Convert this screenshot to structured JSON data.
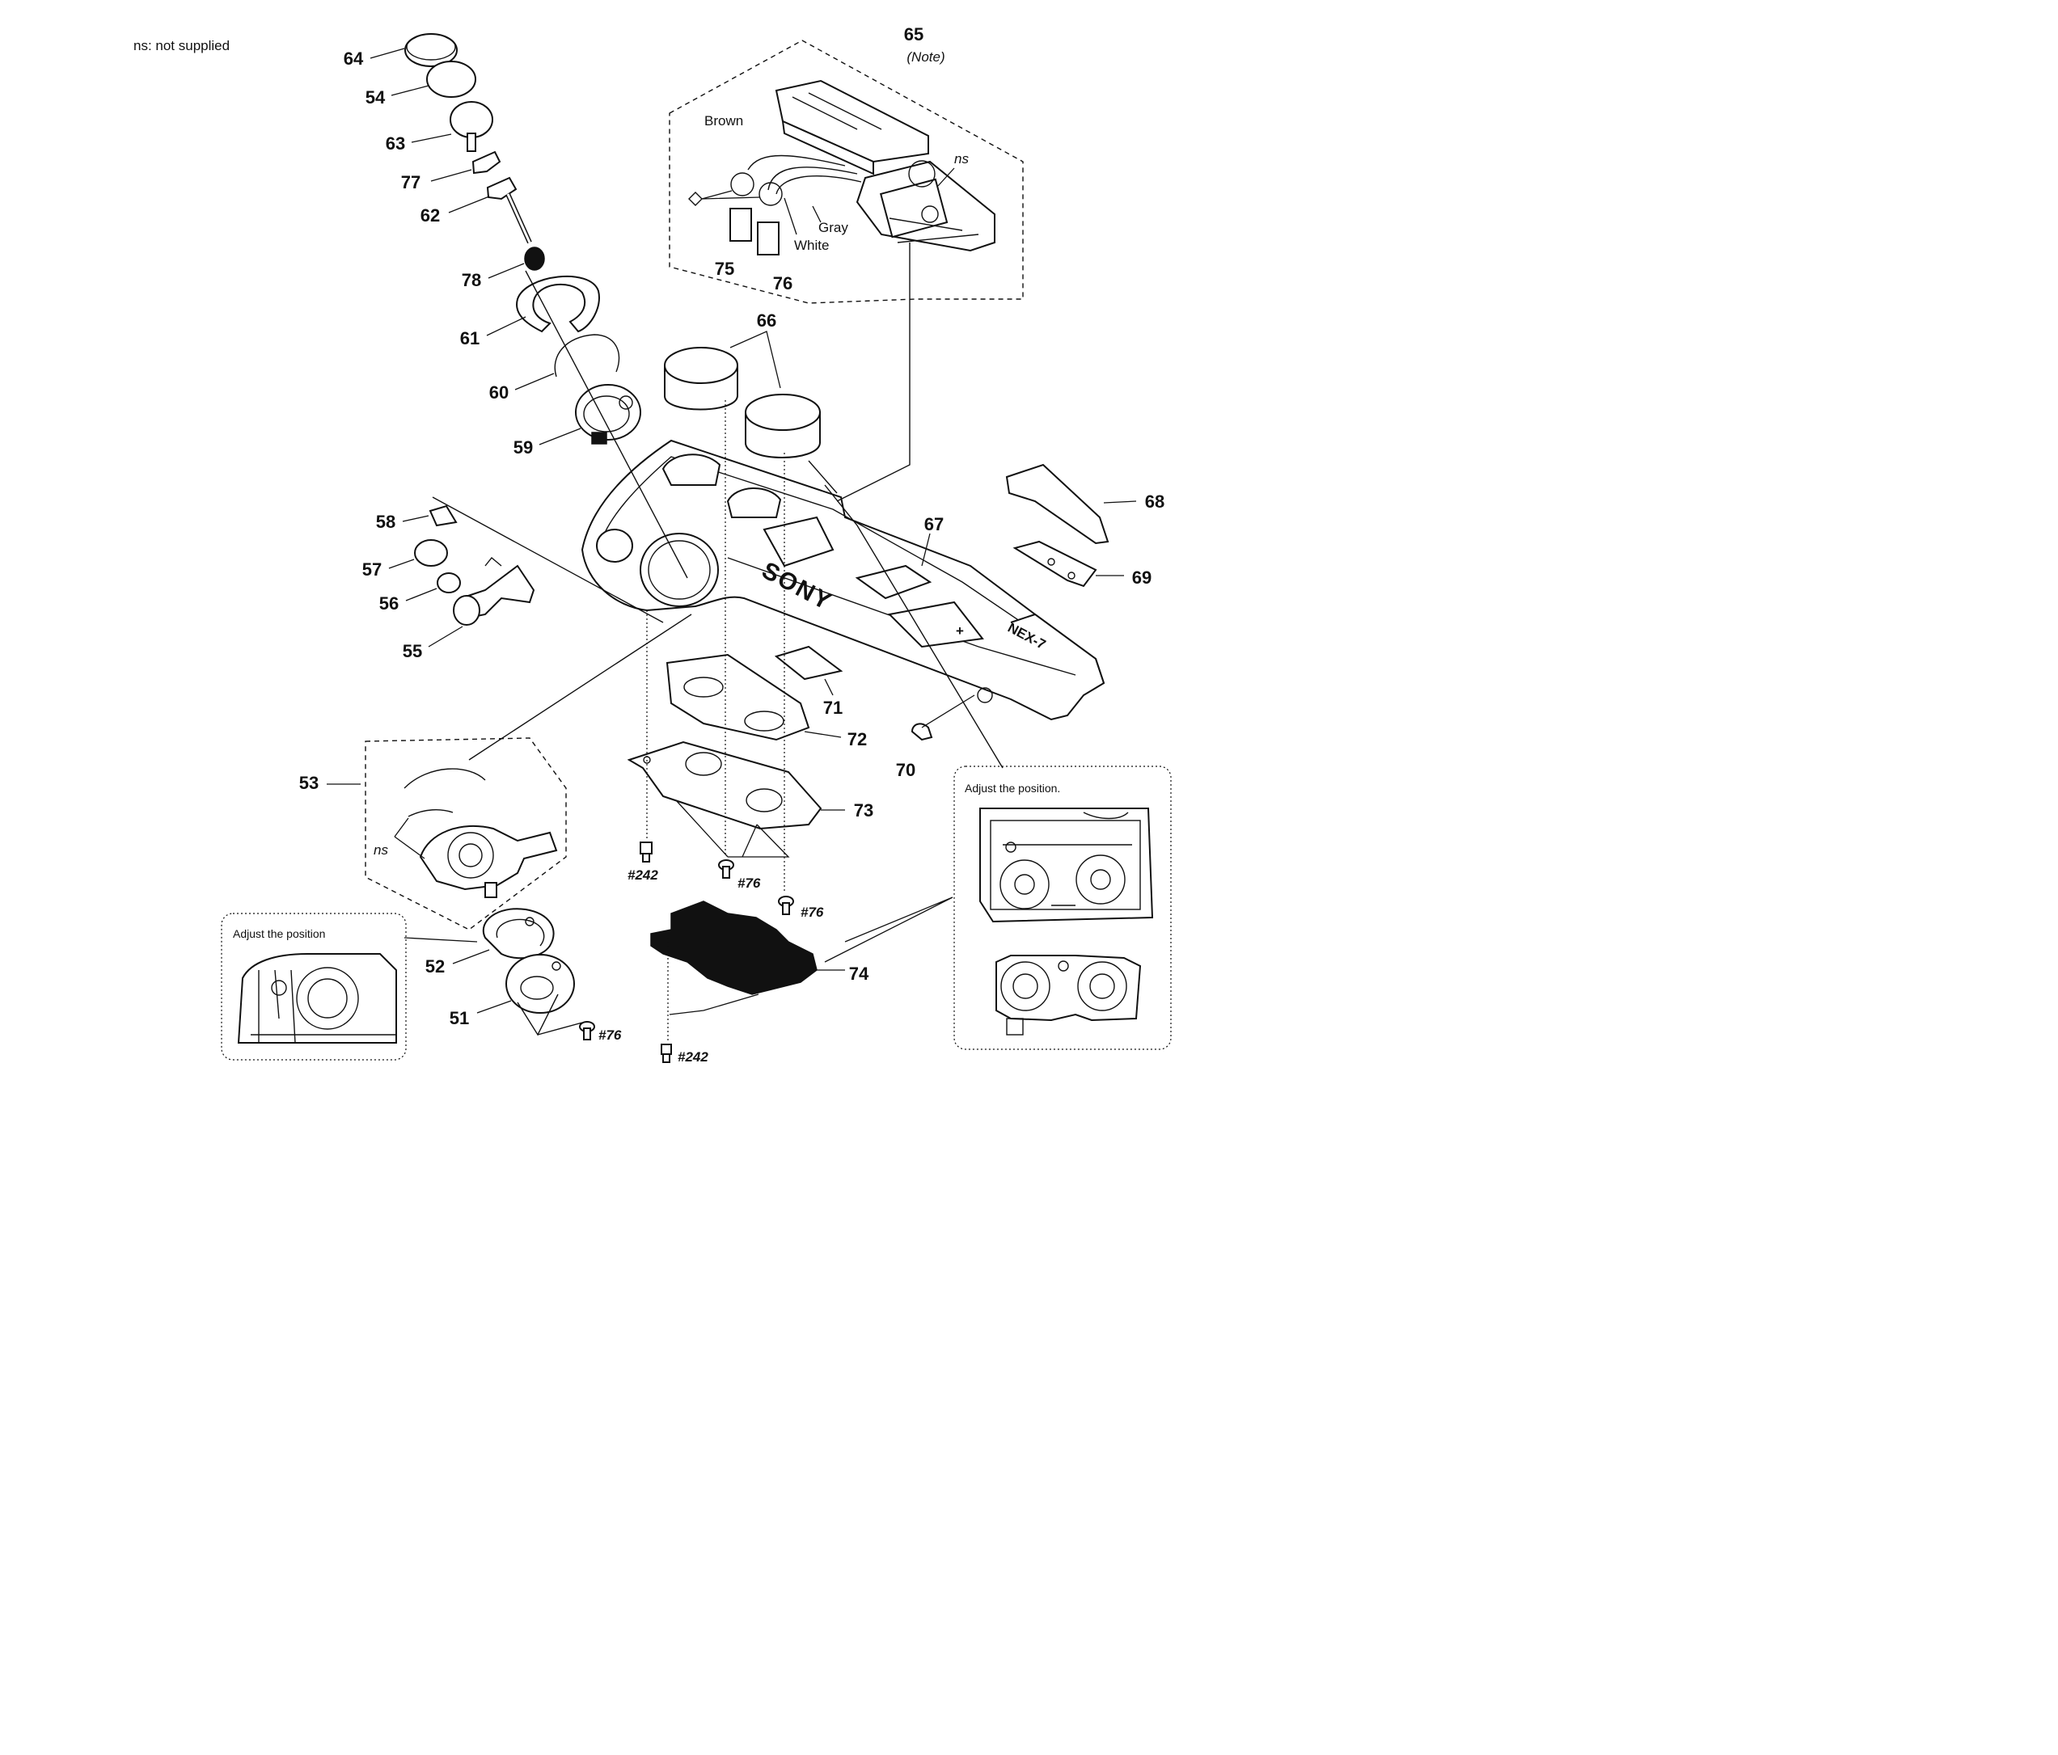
{
  "note": "ns: not supplied",
  "parts": {
    "p51": "51",
    "p52": "52",
    "p53": "53",
    "p54": "54",
    "p55": "55",
    "p56": "56",
    "p57": "57",
    "p58": "58",
    "p59": "59",
    "p60": "60",
    "p61": "61",
    "p62": "62",
    "p63": "63",
    "p64": "64",
    "p65": "65",
    "p66": "66",
    "p67": "67",
    "p68": "68",
    "p69": "69",
    "p70": "70",
    "p71": "71",
    "p72": "72",
    "p73": "73",
    "p74": "74",
    "p75": "75",
    "p76": "76",
    "p77": "77",
    "p78": "78"
  },
  "note65": "(Note)",
  "wires": {
    "brown": "Brown",
    "gray": "Gray",
    "white": "White"
  },
  "ns": "ns",
  "screws": {
    "s242a": "#242",
    "s242b": "#242",
    "s76a": "#76",
    "s76b": "#76",
    "s76c": "#76"
  },
  "callouts": {
    "left": "Adjust the position",
    "right": "Adjust the position."
  },
  "brand": {
    "logo": "SONY",
    "model": "NEX-7"
  }
}
